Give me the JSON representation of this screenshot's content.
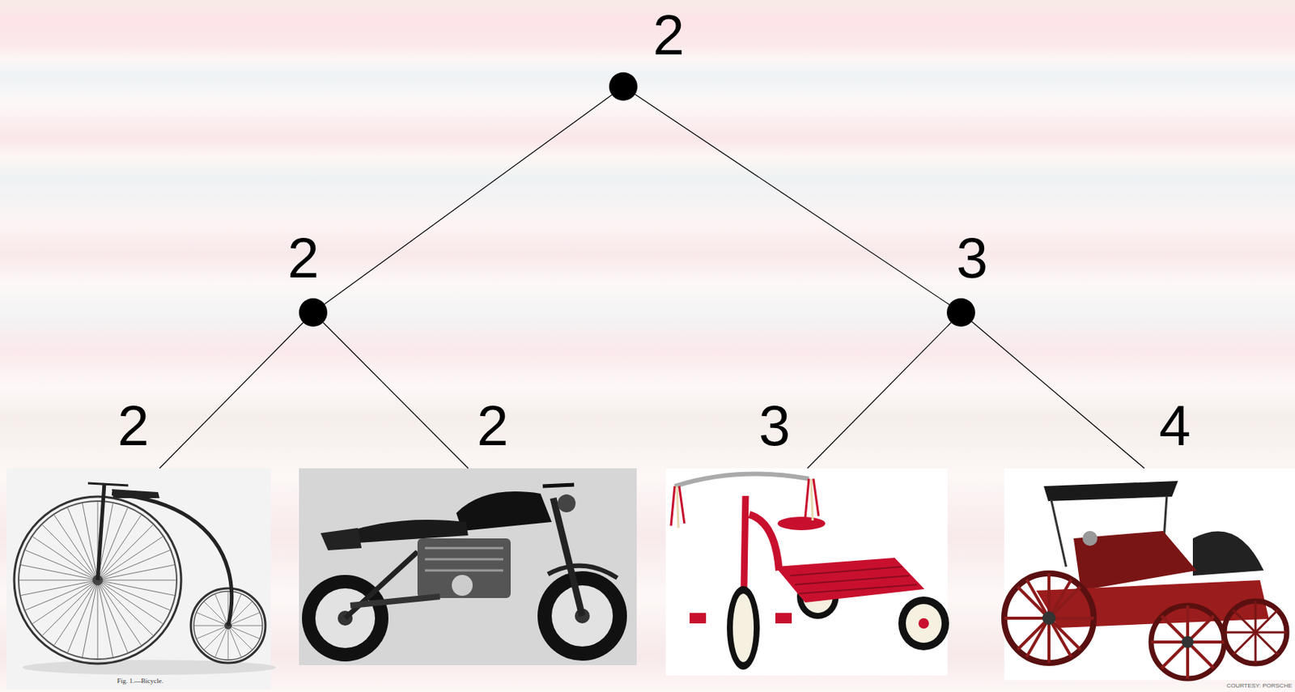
{
  "diagram": {
    "nodes": [
      {
        "text": [
          "2"
        ]
      },
      {
        "text": [
          "2"
        ]
      },
      {
        "text": [
          "3"
        ]
      },
      {
        "text": [
          "2"
        ]
      },
      {
        "text": [
          "2"
        ]
      },
      {
        "text": [
          "3"
        ]
      },
      {
        "text": [
          "4"
        ]
      }
    ],
    "edges": [
      {
        "from": 0,
        "to": 1,
        "arrow": "none"
      },
      {
        "from": 0,
        "to": 2,
        "arrow": "none"
      },
      {
        "from": 1,
        "to": 3,
        "arrow": "none"
      },
      {
        "from": 1,
        "to": 4,
        "arrow": "none"
      },
      {
        "from": 2,
        "to": 5,
        "arrow": "none"
      },
      {
        "from": 2,
        "to": 6,
        "arrow": "none"
      }
    ],
    "labels": [
      "Fig. 1.—Bicycle.",
      "COURTESY: PORSCHE"
    ]
  }
}
